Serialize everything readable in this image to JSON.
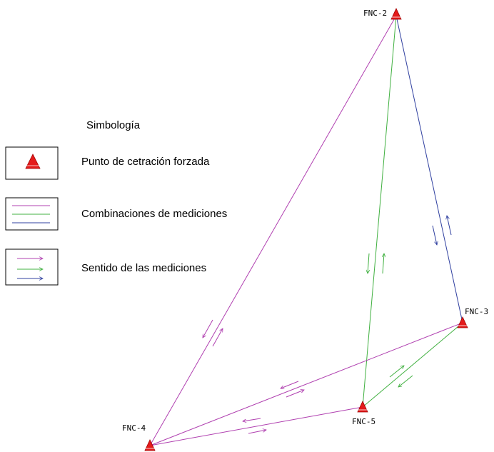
{
  "legend": {
    "title": "Simbología",
    "items": [
      {
        "label": "Punto de cetración forzada",
        "icon": "red-triangle-icon"
      },
      {
        "label": "Combinaciones de mediciones",
        "icon": "colored-lines-icon"
      },
      {
        "label": "Sentido de las mediciones",
        "icon": "colored-arrows-icon"
      }
    ]
  },
  "colors": {
    "magenta": "#b040b0",
    "green": "#40b040",
    "blue": "#3040a0",
    "station_red": "#e41b1b"
  },
  "stations": [
    {
      "id": "FNC-2",
      "label": "FNC-2"
    },
    {
      "id": "FNC-3",
      "label": "FNC-3"
    },
    {
      "id": "FNC-4",
      "label": "FNC-4"
    },
    {
      "id": "FNC-5",
      "label": "FNC-5"
    }
  ],
  "connections": [
    {
      "from": "FNC-2",
      "to": "FNC-4",
      "color": "magenta"
    },
    {
      "from": "FNC-2",
      "to": "FNC-5",
      "color": "green"
    },
    {
      "from": "FNC-2",
      "to": "FNC-3",
      "color": "blue"
    },
    {
      "from": "FNC-3",
      "to": "FNC-4",
      "color": "magenta"
    },
    {
      "from": "FNC-3",
      "to": "FNC-5",
      "color": "green"
    },
    {
      "from": "FNC-5",
      "to": "FNC-4",
      "color": "magenta"
    }
  ]
}
